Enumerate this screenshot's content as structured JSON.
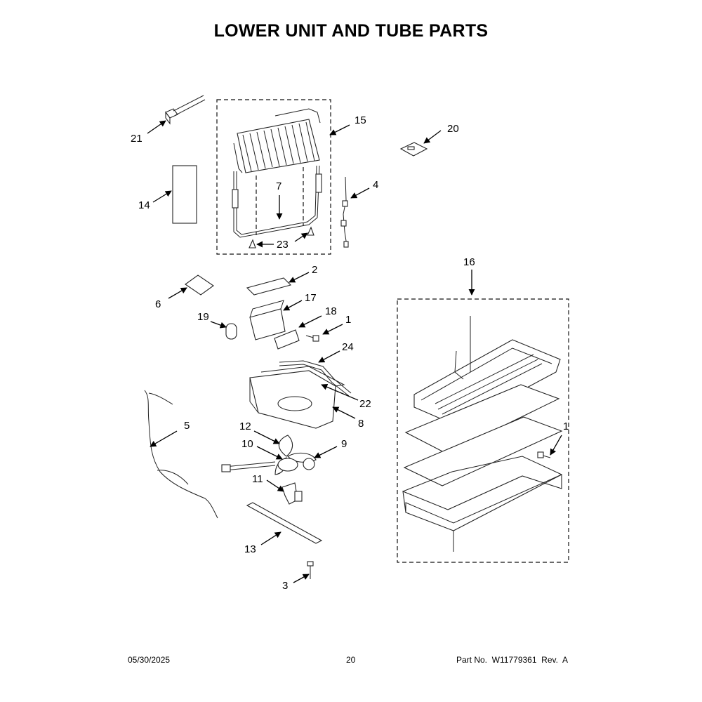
{
  "title": "LOWER UNIT AND TUBE PARTS",
  "callouts": [
    {
      "id": "c21",
      "text": "21"
    },
    {
      "id": "c15",
      "text": "15"
    },
    {
      "id": "c20",
      "text": "20"
    },
    {
      "id": "c14",
      "text": "14"
    },
    {
      "id": "c7",
      "text": "7"
    },
    {
      "id": "c4",
      "text": "4"
    },
    {
      "id": "c23",
      "text": "23"
    },
    {
      "id": "c2",
      "text": "2"
    },
    {
      "id": "c6",
      "text": "6"
    },
    {
      "id": "c17",
      "text": "17"
    },
    {
      "id": "c18",
      "text": "18"
    },
    {
      "id": "c19",
      "text": "19"
    },
    {
      "id": "c1a",
      "text": "1"
    },
    {
      "id": "c16",
      "text": "16"
    },
    {
      "id": "c24",
      "text": "24"
    },
    {
      "id": "c22",
      "text": "22"
    },
    {
      "id": "c8",
      "text": "8"
    },
    {
      "id": "c5",
      "text": "5"
    },
    {
      "id": "c12",
      "text": "12"
    },
    {
      "id": "c10",
      "text": "10"
    },
    {
      "id": "c9",
      "text": "9"
    },
    {
      "id": "c1b",
      "text": "1"
    },
    {
      "id": "c11",
      "text": "11"
    },
    {
      "id": "c13",
      "text": "13"
    },
    {
      "id": "c3",
      "text": "3"
    }
  ],
  "footer": {
    "date": "05/30/2025",
    "page": "20",
    "part_no": "Part No.  W11779361  Rev.  A"
  }
}
